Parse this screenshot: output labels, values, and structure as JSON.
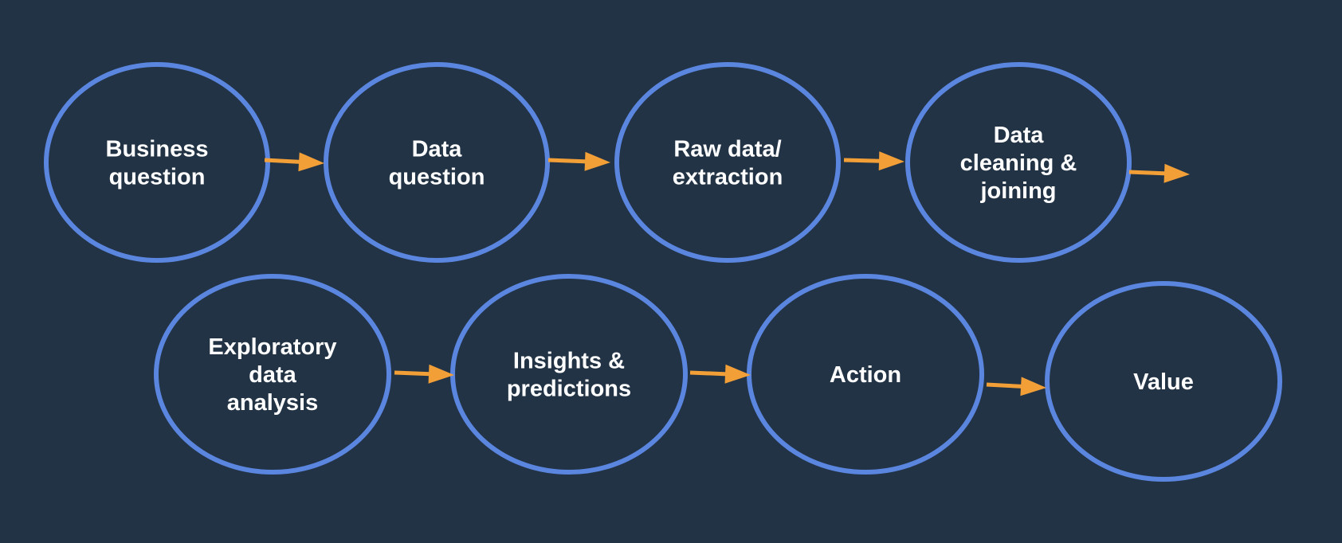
{
  "colors": {
    "background": "#223345",
    "node_stroke": "#5b86e0",
    "arrow": "#f29f38",
    "text": "#ffffff"
  },
  "nodes": [
    {
      "id": "business-question",
      "lines": [
        "Business",
        "question"
      ]
    },
    {
      "id": "data-question",
      "lines": [
        "Data",
        "question"
      ]
    },
    {
      "id": "raw-data-extraction",
      "lines": [
        "Raw data/",
        "extraction"
      ]
    },
    {
      "id": "data-cleaning-joining",
      "lines": [
        "Data",
        "cleaning &",
        "joining"
      ]
    },
    {
      "id": "exploratory-data-analysis",
      "lines": [
        "Exploratory",
        "data",
        "analysis"
      ]
    },
    {
      "id": "insights-predictions",
      "lines": [
        "Insights &",
        "predictions"
      ]
    },
    {
      "id": "action",
      "lines": [
        "Action"
      ]
    },
    {
      "id": "value",
      "lines": [
        "Value"
      ]
    }
  ],
  "edges": [
    {
      "from": "business-question",
      "to": "data-question"
    },
    {
      "from": "data-question",
      "to": "raw-data-extraction"
    },
    {
      "from": "raw-data-extraction",
      "to": "data-cleaning-joining"
    },
    {
      "from": "data-cleaning-joining",
      "to": null
    },
    {
      "from": "exploratory-data-analysis",
      "to": "insights-predictions"
    },
    {
      "from": "insights-predictions",
      "to": "action"
    },
    {
      "from": "action",
      "to": "value"
    }
  ]
}
